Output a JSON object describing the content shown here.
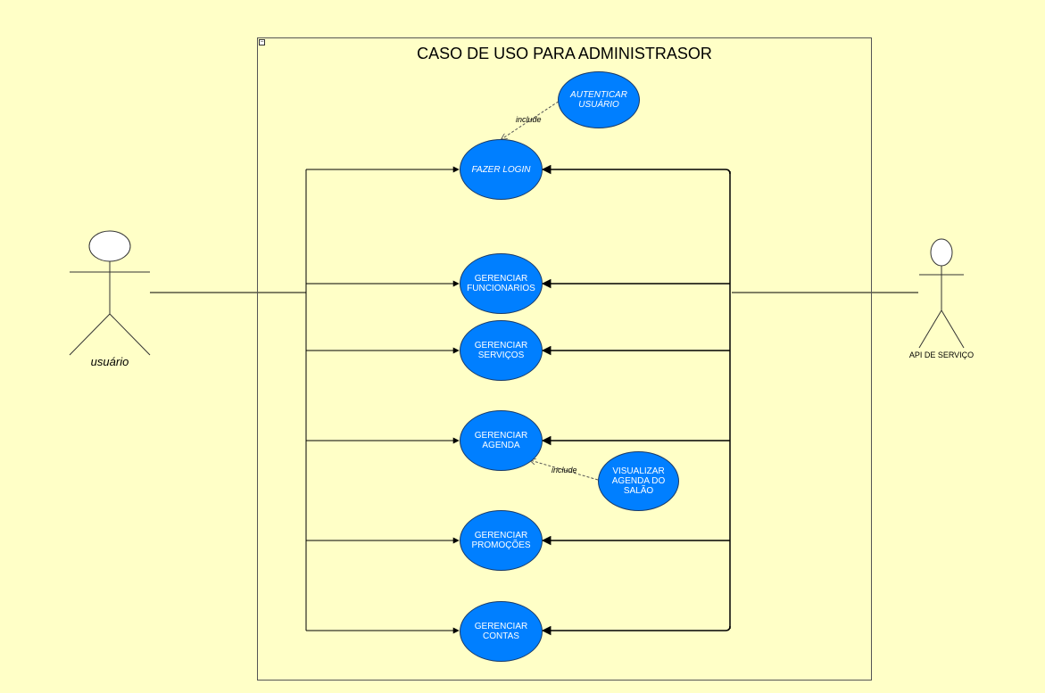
{
  "title": "CASO DE USO PARA ADMINISTRASOR",
  "collapse_symbol": "−",
  "actors": {
    "left": {
      "label": "usuário"
    },
    "right": {
      "label": "API DE SERVIÇO"
    }
  },
  "use_cases": {
    "autenticar": "AUTENTICAR USUÁRIO",
    "login": "FAZER LOGIN",
    "funcionarios": "GERENCIAR FUNCIONARIOS",
    "servicos": "GERENCIAR SERVIÇOS",
    "agenda": "GERENCIAR AGENDA",
    "visualizar": "VISUALIZAR AGENDA DO SALÃO",
    "promocoes": "GERENCIAR PROMOÇÕES",
    "contas": "GERENCIAR CONTAS"
  },
  "relations": {
    "include_label": "include"
  },
  "colors": {
    "background": "#ffffc7",
    "use_case_fill": "#007fff",
    "line": "#000000"
  }
}
